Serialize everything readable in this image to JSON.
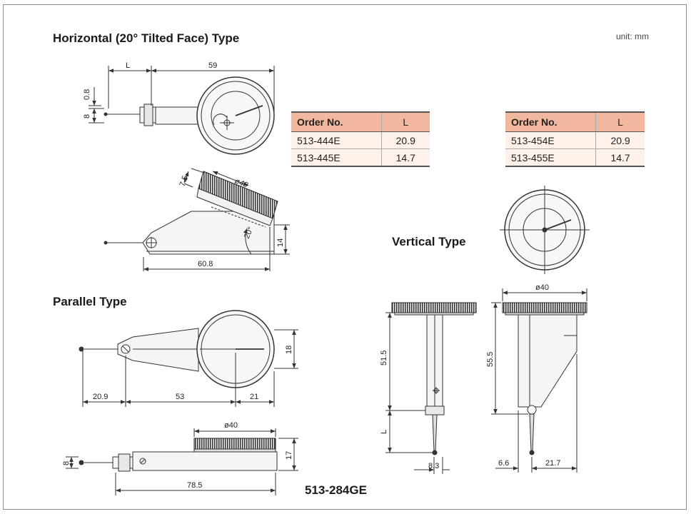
{
  "headings": {
    "horizontal": "Horizontal (20° Tilted Face) Type",
    "parallel": "Parallel Type",
    "vertical": "Vertical Type"
  },
  "unit": "unit: mm",
  "model": "513-284GE",
  "tables": [
    {
      "header": [
        "Order No.",
        "L"
      ],
      "rows": [
        [
          "513-444E",
          "20.9"
        ],
        [
          "513-445E",
          "14.7"
        ]
      ]
    },
    {
      "header": [
        "Order No.",
        "L"
      ],
      "rows": [
        [
          "513-454E",
          "20.9"
        ],
        [
          "513-455E",
          "14.7"
        ]
      ]
    }
  ],
  "dimensions": {
    "h_L": "L",
    "h_59": "59",
    "h_08": "0.8",
    "h_8": "8",
    "h_75": "7.5",
    "h_d40": "ø40",
    "h_20deg": "20°",
    "h_14": "14",
    "h_608": "60.8",
    "p_209": "20.9",
    "p_53": "53",
    "p_21": "21",
    "p_18": "18",
    "p_d40": "ø40",
    "p_8": "8",
    "p_17": "17",
    "p_785": "78.5",
    "v_515": "51.5",
    "v_L": "L",
    "v_83": "8.3",
    "v_d40": "ø40",
    "v_555": "55.5",
    "v_66": "6.6",
    "v_217": "21.7"
  },
  "colors": {
    "table_header": "#f1b89d",
    "table_row": "#fdf1ea",
    "line": "#333333"
  }
}
